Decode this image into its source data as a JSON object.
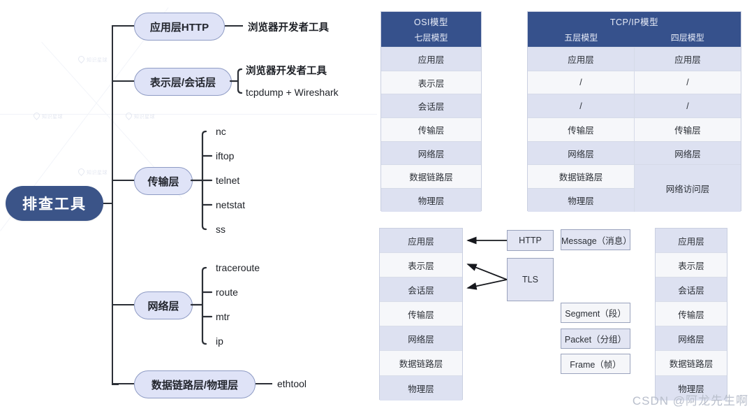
{
  "mindmap": {
    "root": "排查工具",
    "branches": [
      {
        "node": "应用层HTTP",
        "leaves": [
          "浏览器开发者工具"
        ]
      },
      {
        "node": "表示层/会话层",
        "leaves": [
          "浏览器开发者工具",
          "tcpdump + Wireshark"
        ]
      },
      {
        "node": "传输层",
        "leaves": [
          "nc",
          "iftop",
          "telnet",
          "netstat",
          "ss"
        ]
      },
      {
        "node": "网络层",
        "leaves": [
          "traceroute",
          "route",
          "mtr",
          "ip"
        ]
      },
      {
        "node": "数据链路层/物理层",
        "leaves": [
          "ethtool"
        ]
      }
    ]
  },
  "osi_table": {
    "title": "OSI模型",
    "subtitle": "七层模型",
    "rows": [
      "应用层",
      "表示层",
      "会话层",
      "传输层",
      "网络层",
      "数据链路层",
      "物理层"
    ]
  },
  "tcpip_table": {
    "title": "TCP/IP模型",
    "col1": "五层模型",
    "col2": "四层模型",
    "rows": [
      {
        "five": "应用层",
        "four": "应用层"
      },
      {
        "five": "/",
        "four": "/"
      },
      {
        "five": "/",
        "four": "/"
      },
      {
        "five": "传输层",
        "four": "传输层"
      },
      {
        "five": "网络层",
        "four": "网络层"
      },
      {
        "five": "数据链路层",
        "four": "网络访问层"
      },
      {
        "five": "物理层",
        "four": ""
      }
    ],
    "merged_four_label": "网络访问层"
  },
  "stack_left": {
    "rows": [
      "应用层",
      "表示层",
      "会话层",
      "传输层",
      "网络层",
      "数据链路层",
      "物理层"
    ]
  },
  "stack_right": {
    "rows": [
      "应用层",
      "表示层",
      "会话层",
      "传输层",
      "网络层",
      "数据链路层",
      "物理层"
    ]
  },
  "protocols": {
    "http": "HTTP",
    "tls": "TLS"
  },
  "pdus": [
    "Message（消息）",
    "Segment（段）",
    "Packet（分组）",
    "Frame（帧）"
  ],
  "watermark": {
    "csdn": "CSDN @阿龙先生啊",
    "bg": "知识星球"
  },
  "colors": {
    "header_blue": "#36518c",
    "root_blue": "#3b5488",
    "pill_fill": "#dfe3f7",
    "pill_border": "#8e9bc4",
    "row_a": "#dde1f1",
    "row_b": "#f6f7fa",
    "line": "#2b2f36"
  }
}
